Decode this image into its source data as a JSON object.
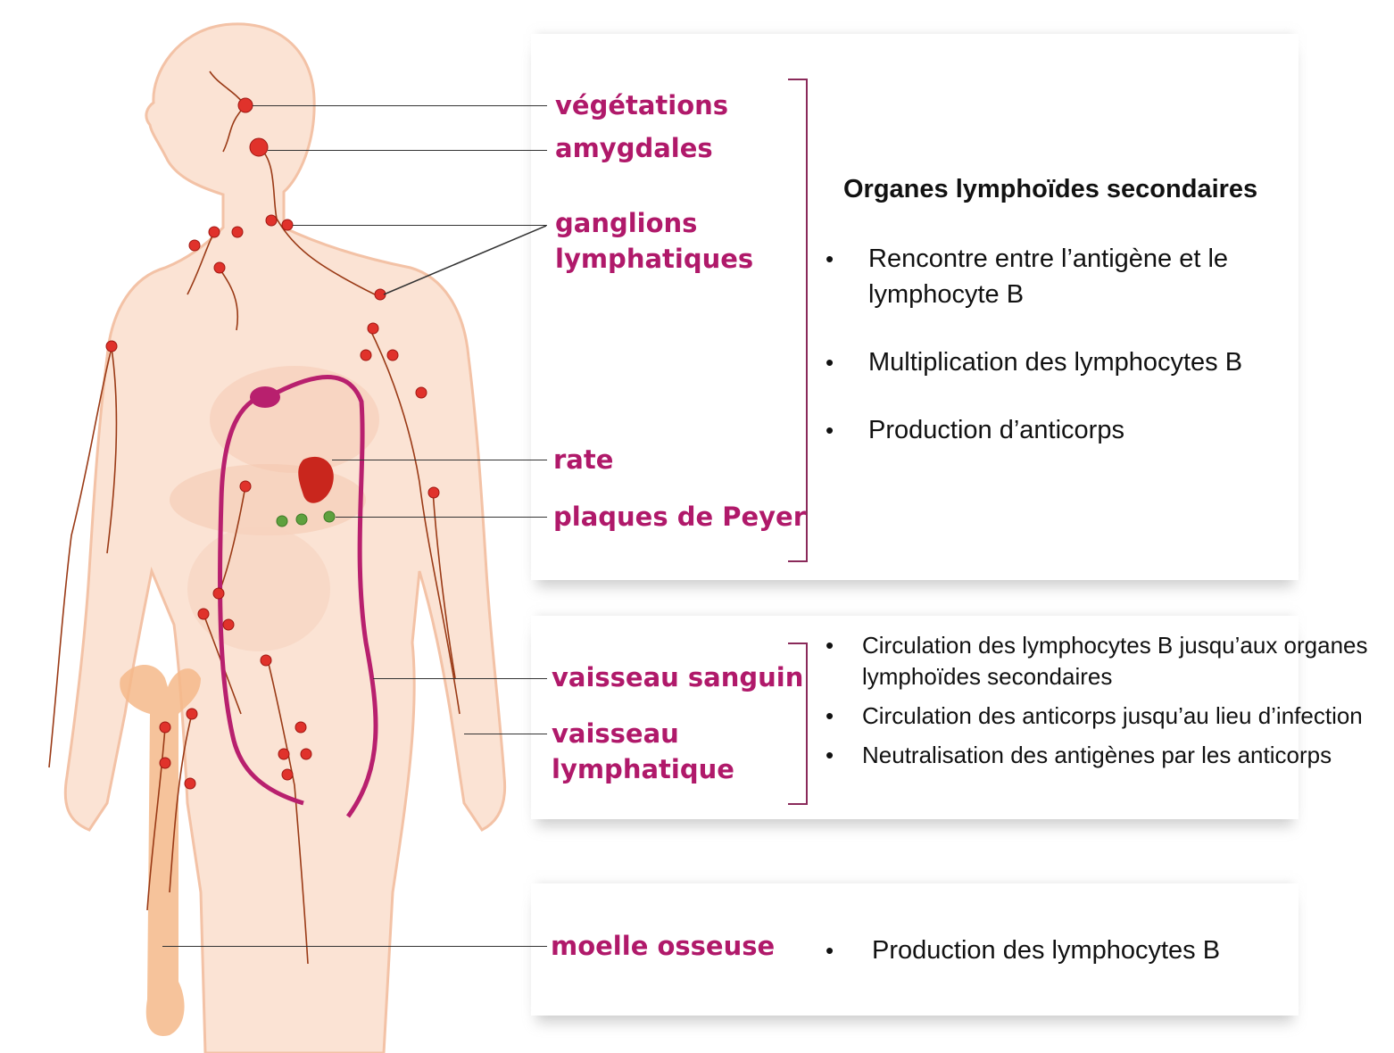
{
  "labels": {
    "vegetations": "végétations",
    "amygdales": "amygdales",
    "ganglions": "ganglions",
    "lymphatiques": "lymphatiques",
    "rate": "rate",
    "plaques": "plaques de Peyer",
    "vaisseau_sanguin": "vaisseau sanguin",
    "vaisseau": "vaisseau",
    "lymphatique": "lymphatique",
    "moelle": "moelle osseuse"
  },
  "panel_1": {
    "title": "Organes lymphoïdes secondaires",
    "points": [
      "Rencontre entre l’antigène et le lymphocyte B",
      "Multiplication des lymphocytes B",
      "Production d’anticorps"
    ]
  },
  "panel_2": {
    "points": [
      "Circulation des lymphocytes B jusqu’aux organes lymphoïdes secondaires",
      "Circulation des anticorps jusqu’au lieu d’infection",
      "Neutralisation des antigènes par les anticorps"
    ]
  },
  "panel_3": {
    "points": [
      "Production des lymphocytes B"
    ]
  },
  "colors": {
    "label": "#b0196a",
    "blood_vessel": "#b8206e",
    "lymph_vessel": "#9a3a16",
    "node": "#e0322b",
    "peyer": "#5ea13e",
    "body": "#f9d9c7",
    "bone": "#f5b98a"
  }
}
